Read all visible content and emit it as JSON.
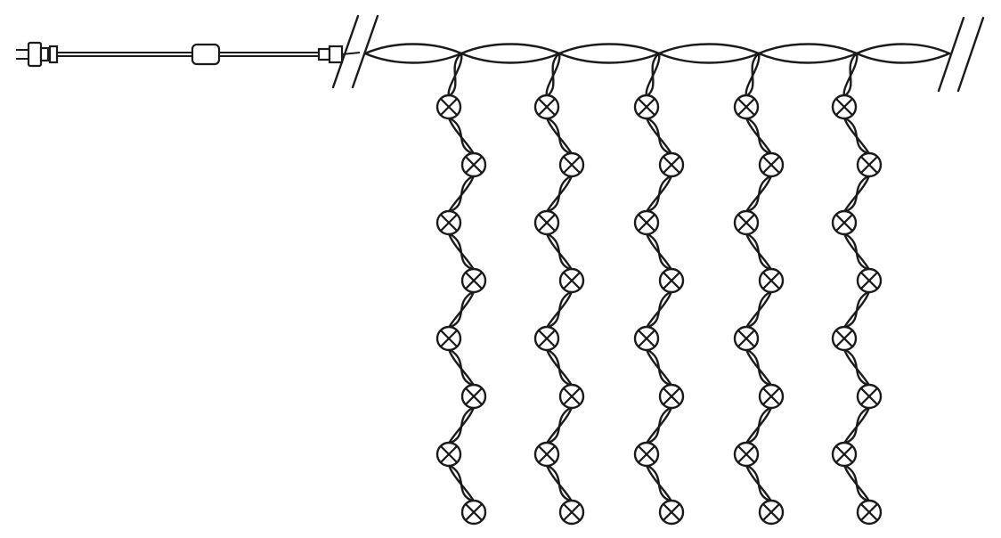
{
  "diagram": {
    "kind": "led-curtain-light",
    "strand_count": 5,
    "bulbs_per_strand": 8,
    "bulb_icon": "cross-circle-bulb-icon",
    "cable_components": [
      "plug-icon",
      "transformer-icon",
      "connector-icon"
    ],
    "cut_marks": [
      "left-break-mark",
      "right-break-mark"
    ],
    "line_color": "#1a1a1a",
    "background_color": "#ffffff",
    "bulb_stroke_color": "#1a1a1a",
    "accent_color": "#2f6db5"
  }
}
